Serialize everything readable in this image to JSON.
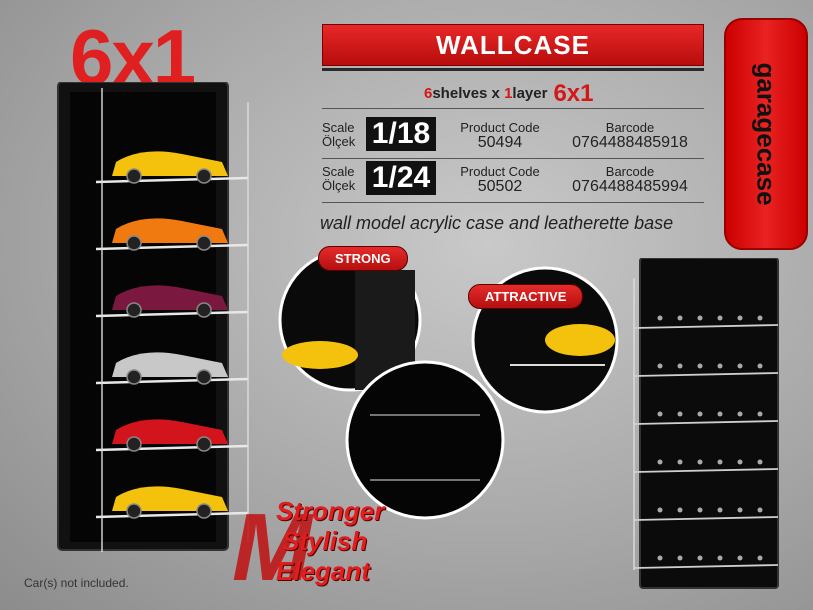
{
  "headline": "6x1",
  "banner_title": "WALLCASE",
  "subtitle": {
    "n1": "6",
    "t1": "shelves x ",
    "n2": "1",
    "t2": "layer",
    "big": "6x1"
  },
  "rows": [
    {
      "scale_label": "Scale",
      "scale_label_tr": "Ölçek",
      "scale": "1/18",
      "product_code_label": "Product Code",
      "product_code": "50494",
      "barcode_label": "Barcode",
      "barcode": "0764488485918"
    },
    {
      "scale_label": "Scale",
      "scale_label_tr": "Ölçek",
      "scale": "1/24",
      "product_code_label": "Product Code",
      "product_code": "50502",
      "barcode_label": "Barcode",
      "barcode": "0764488485994"
    }
  ],
  "description": "wall model acrylic case and leatherette base",
  "brand": "garagecase",
  "badges": {
    "strong": "STRONG",
    "attractive": "ATTRACTIVE"
  },
  "slogans": [
    "Stronger",
    "Stylish",
    "Elegant"
  ],
  "note": "Car(s) not included.",
  "colors": {
    "accent": "#e02020",
    "dark": "#111111",
    "bg": "#a9a9a9"
  },
  "cars": [
    {
      "color": "#f4c20d"
    },
    {
      "color": "#f07a10"
    },
    {
      "color": "#7a1840"
    },
    {
      "color": "#c8c8c8"
    },
    {
      "color": "#d4141c"
    },
    {
      "color": "#f4c20d"
    }
  ]
}
